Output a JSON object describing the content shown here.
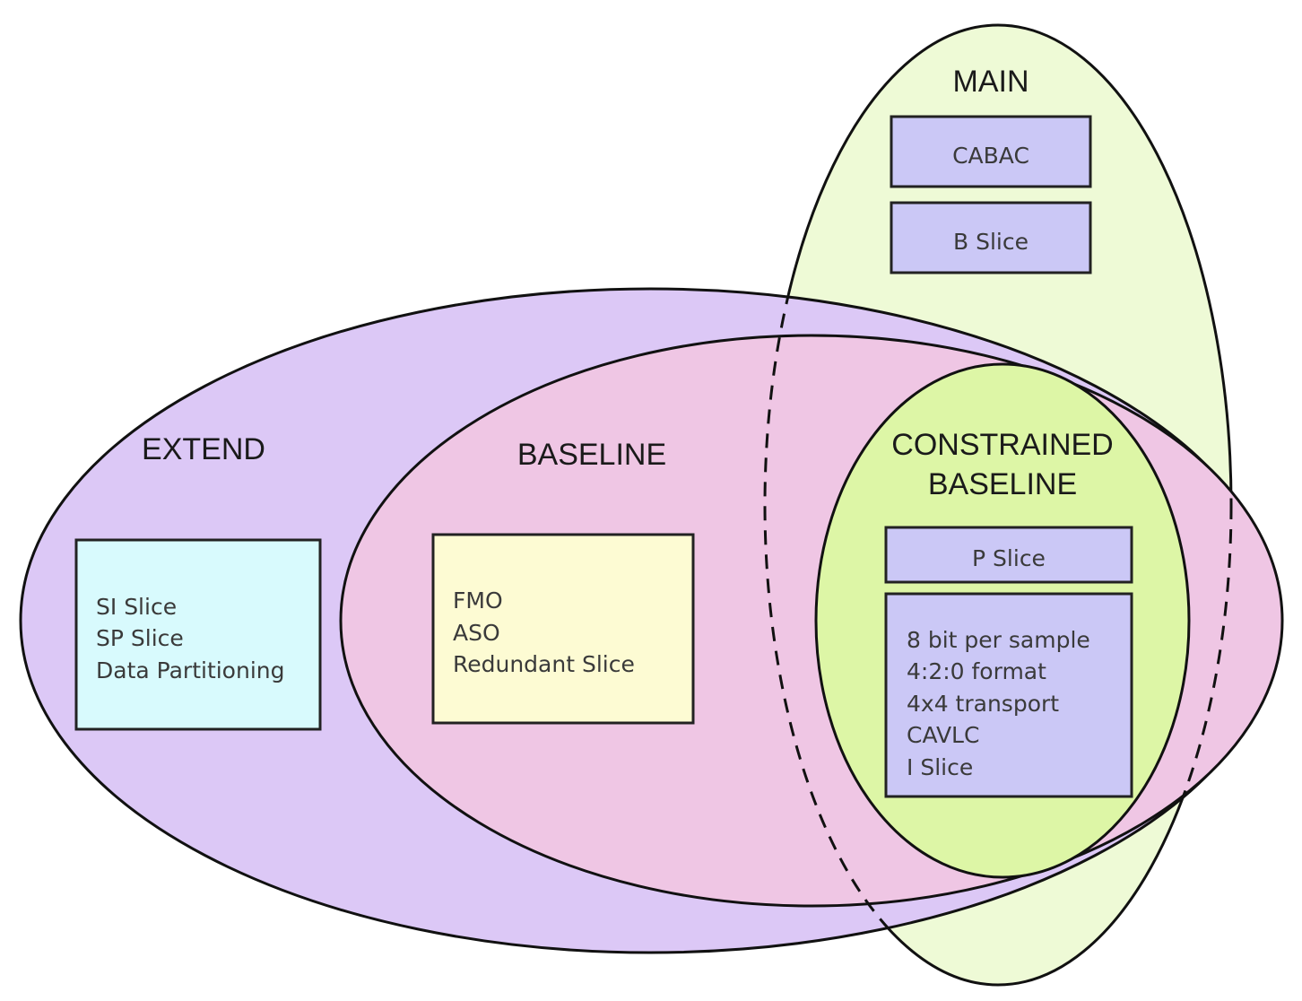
{
  "diagram": {
    "profiles": {
      "main": {
        "label": "MAIN",
        "features": [
          "CABAC",
          "B Slice"
        ],
        "fill": "#eefad6"
      },
      "extend": {
        "label": "EXTEND",
        "features": [
          "SI Slice",
          "SP Slice",
          "Data Partitioning"
        ],
        "fill": "#dcc8f6",
        "box_fill": "#d8fafd"
      },
      "baseline": {
        "label": "BASELINE",
        "features": [
          "FMO",
          "ASO",
          "Redundant Slice"
        ],
        "fill": "#efc6e4",
        "box_fill": "#fdfbd3"
      },
      "constrained_baseline": {
        "label_line1": "CONSTRAINED",
        "label_line2": "BASELINE",
        "features_top": [
          "P Slice"
        ],
        "features": [
          "8 bit per sample",
          "4:2:0 format",
          "4x4 transport",
          "CAVLC",
          "I Slice"
        ],
        "fill": "#ddf6a6",
        "box_fill": "#cbc8f6"
      }
    }
  }
}
